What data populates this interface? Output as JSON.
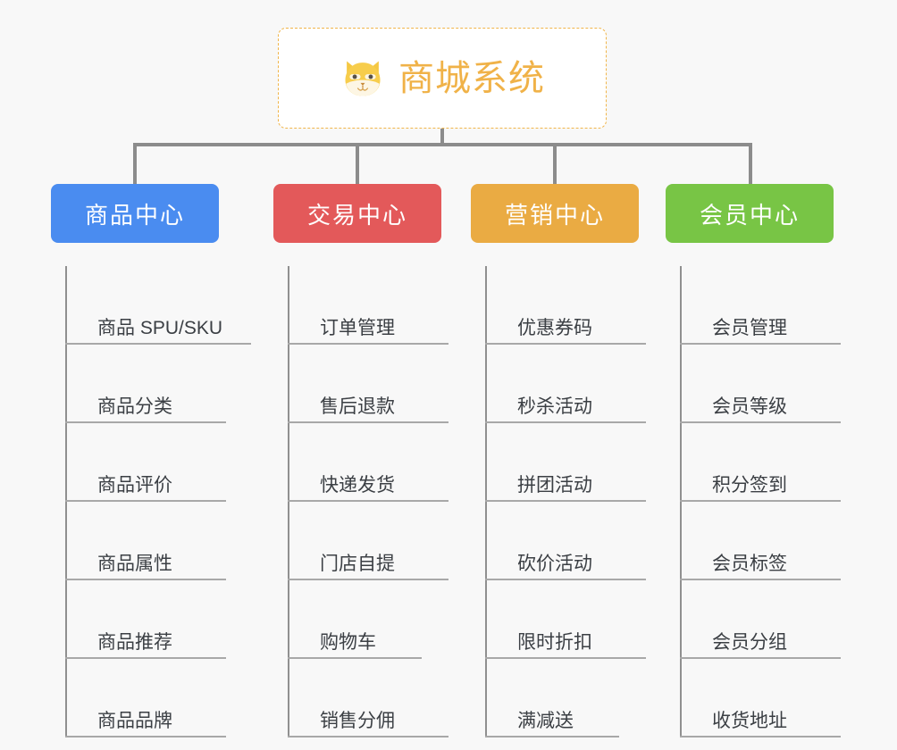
{
  "page": {
    "background_color": "#f8f8f8",
    "title": "商城系统"
  },
  "root": {
    "label": "商城系统",
    "icon": "shiba-dog-face-icon",
    "text_color": "#f0b248",
    "border_color": "#f0b54a",
    "background_color": "#ffffff"
  },
  "connector": {
    "color": "#8c8c8c"
  },
  "columns": [
    {
      "id": "product-center",
      "header": "商品中心",
      "color": "#4a8cf0",
      "items": [
        {
          "label": "商品 SPU/SKU",
          "width": "long"
        },
        {
          "label": "商品分类",
          "width": "medium"
        },
        {
          "label": "商品评价",
          "width": "medium"
        },
        {
          "label": "商品属性",
          "width": "medium"
        },
        {
          "label": "商品推荐",
          "width": "medium"
        },
        {
          "label": "商品品牌",
          "width": "medium"
        }
      ]
    },
    {
      "id": "trade-center",
      "header": "交易中心",
      "color": "#e3595a",
      "items": [
        {
          "label": "订单管理",
          "width": "medium"
        },
        {
          "label": "售后退款",
          "width": "medium"
        },
        {
          "label": "快递发货",
          "width": "medium"
        },
        {
          "label": "门店自提",
          "width": "medium"
        },
        {
          "label": "购物车",
          "width": "short"
        },
        {
          "label": "销售分佣",
          "width": "medium"
        }
      ]
    },
    {
      "id": "marketing-center",
      "header": "营销中心",
      "color": "#eaab43",
      "items": [
        {
          "label": "优惠券码",
          "width": "medium"
        },
        {
          "label": "秒杀活动",
          "width": "medium"
        },
        {
          "label": "拼团活动",
          "width": "medium"
        },
        {
          "label": "砍价活动",
          "width": "medium"
        },
        {
          "label": "限时折扣",
          "width": "medium"
        },
        {
          "label": "满减送",
          "width": "short"
        }
      ]
    },
    {
      "id": "member-center",
      "header": "会员中心",
      "color": "#78c545",
      "items": [
        {
          "label": "会员管理",
          "width": "medium"
        },
        {
          "label": "会员等级",
          "width": "medium"
        },
        {
          "label": "积分签到",
          "width": "medium"
        },
        {
          "label": "会员标签",
          "width": "medium"
        },
        {
          "label": "会员分组",
          "width": "medium"
        },
        {
          "label": "收货地址",
          "width": "medium"
        }
      ]
    }
  ]
}
